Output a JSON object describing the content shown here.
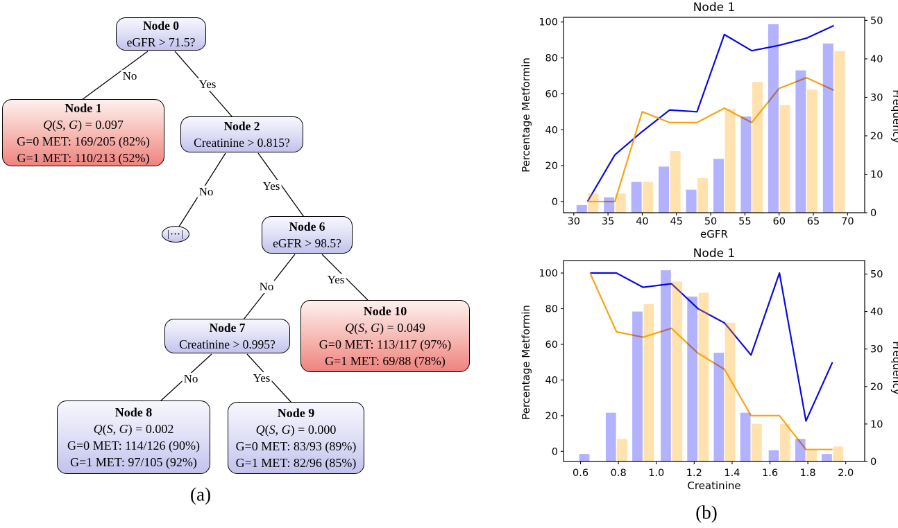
{
  "figure": {
    "caption_a": "(a)",
    "caption_b": "(b)"
  },
  "tree": {
    "nodes": [
      {
        "id": "node0",
        "style": "decision",
        "color": "blue",
        "title": "Node 0",
        "question": "eGFR > 71.5?"
      },
      {
        "id": "node1",
        "style": "leaf",
        "color": "red",
        "title": "Node 1",
        "q_value": "0.097",
        "g0": "G=0 MET: 169/205 (82%)",
        "g1": "G=1 MET: 110/213 (52%)"
      },
      {
        "id": "node2",
        "style": "decision",
        "color": "blue",
        "title": "Node 2",
        "question": "Creatinine > 0.815?"
      },
      {
        "id": "dots",
        "style": "collapsed",
        "color": "blue",
        "title": "⋯"
      },
      {
        "id": "node6",
        "style": "decision",
        "color": "blue",
        "title": "Node 6",
        "question": "eGFR > 98.5?"
      },
      {
        "id": "node7",
        "style": "decision",
        "color": "blue",
        "title": "Node 7",
        "question": "Creatinine > 0.995?"
      },
      {
        "id": "node10",
        "style": "leaf",
        "color": "red",
        "title": "Node 10",
        "q_value": "0.049",
        "g0": "G=0 MET: 113/117 (97%)",
        "g1": "G=1 MET: 69/88 (78%)"
      },
      {
        "id": "node8",
        "style": "leaf",
        "color": "blue",
        "title": "Node 8",
        "q_value": "0.002",
        "g0": "G=0 MET: 114/126 (90%)",
        "g1": "G=1 MET: 97/105 (92%)"
      },
      {
        "id": "node9",
        "style": "leaf",
        "color": "blue",
        "title": "Node 9",
        "q_value": "0.000",
        "g0": "G=0 MET: 83/93 (89%)",
        "g1": "G=1 MET: 82/96 (85%)"
      }
    ],
    "q_prefix": "Q(S, G) = ",
    "edges": [
      {
        "from": "node0",
        "to": "node1",
        "label": "No"
      },
      {
        "from": "node0",
        "to": "node2",
        "label": "Yes"
      },
      {
        "from": "node2",
        "to": "dots",
        "label": "No"
      },
      {
        "from": "node2",
        "to": "node6",
        "label": "Yes"
      },
      {
        "from": "node6",
        "to": "node7",
        "label": "No"
      },
      {
        "from": "node6",
        "to": "node10",
        "label": "Yes"
      },
      {
        "from": "node7",
        "to": "node8",
        "label": "No"
      },
      {
        "from": "node7",
        "to": "node9",
        "label": "Yes"
      }
    ],
    "colors": {
      "blue_node_top": "#f7f7fe",
      "blue_node_bottom": "#c2c2ee",
      "red_node_top": "#fdf1ef",
      "red_node_bottom": "#f0827e"
    }
  },
  "chart_data": [
    {
      "type": "bar",
      "title": "Node 1",
      "xlabel": "eGFR",
      "ylabel_left": "Percentage Metformin",
      "ylabel_right": "Frequency",
      "x_ticks": [
        30,
        35,
        40,
        45,
        50,
        55,
        60,
        65,
        70
      ],
      "x_tick_labels": [
        "30",
        "35",
        "40",
        "45",
        "50",
        "55",
        "60",
        "65",
        "70"
      ],
      "y_ticks_left": [
        0,
        20,
        40,
        60,
        80,
        100
      ],
      "y_ticks_right": [
        0,
        10,
        20,
        30,
        40,
        50
      ],
      "xlim": [
        28.5,
        72.5
      ],
      "ylim_left": [
        -6.2,
        102.6
      ],
      "ylim_right": [
        0,
        50.8
      ],
      "bin_centers": [
        32,
        36,
        40,
        44,
        48,
        52,
        56,
        60,
        64,
        68
      ],
      "bin_width": 4,
      "series": [
        {
          "name": "freq-hist-blue",
          "type": "bar",
          "axis": "right",
          "color": "#0000ff",
          "opacity": 0.3,
          "values": [
            2,
            4,
            8,
            12,
            6,
            14,
            25,
            49,
            37,
            44
          ]
        },
        {
          "name": "freq-hist-orange",
          "type": "bar",
          "axis": "right",
          "color": "#ffa500",
          "opacity": 0.32,
          "values": [
            5,
            5,
            8,
            16,
            9,
            27,
            34,
            28,
            32,
            42
          ]
        },
        {
          "name": "pct-line-blue",
          "type": "line",
          "axis": "left",
          "color": "#0a0ae0",
          "values": [
            0,
            26,
            39,
            51,
            50,
            93,
            84,
            87,
            91,
            98
          ]
        },
        {
          "name": "pct-line-orange",
          "type": "line",
          "axis": "left",
          "color": "#f7a313",
          "values": [
            0,
            0,
            50,
            44,
            44,
            52,
            44,
            63,
            69,
            62
          ]
        }
      ]
    },
    {
      "type": "bar",
      "title": "Node 1",
      "xlabel": "Creatinine",
      "ylabel_left": "Percentage Metformin",
      "ylabel_right": "Frequency",
      "x_ticks": [
        0.6,
        0.8,
        1.0,
        1.2,
        1.4,
        1.6,
        1.8,
        2.0
      ],
      "x_tick_labels": [
        "0.6",
        "0.8",
        "1.0",
        "1.2",
        "1.4",
        "1.6",
        "1.8",
        "2.0"
      ],
      "y_ticks_left": [
        0,
        20,
        40,
        60,
        80,
        100
      ],
      "y_ticks_right": [
        0,
        10,
        20,
        30,
        40,
        50
      ],
      "xlim": [
        0.51,
        2.1
      ],
      "ylim_left": [
        -5.7,
        107.0
      ],
      "ylim_right": [
        0,
        53.6
      ],
      "bin_centers": [
        0.65,
        0.79,
        0.93,
        1.08,
        1.22,
        1.36,
        1.5,
        1.65,
        1.79,
        1.93
      ],
      "bin_width": 0.142,
      "series": [
        {
          "name": "freq-hist-blue",
          "type": "bar",
          "axis": "right",
          "color": "#0000ff",
          "opacity": 0.3,
          "values": [
            2,
            13,
            40,
            51,
            44,
            29,
            13,
            3,
            6,
            2
          ]
        },
        {
          "name": "freq-hist-orange",
          "type": "bar",
          "axis": "right",
          "color": "#ffa500",
          "opacity": 0.32,
          "values": [
            0,
            6,
            42,
            48,
            45,
            37,
            10,
            10,
            3,
            4
          ]
        },
        {
          "name": "pct-line-blue",
          "type": "line",
          "axis": "left",
          "color": "#0a0ae0",
          "values": [
            100,
            100,
            92,
            94,
            80,
            72,
            54,
            100,
            17,
            50
          ]
        },
        {
          "name": "pct-line-orange",
          "type": "line",
          "axis": "left",
          "color": "#f7a313",
          "values": [
            100,
            67,
            64,
            69,
            55,
            46,
            20,
            20,
            1,
            1
          ]
        }
      ]
    }
  ]
}
